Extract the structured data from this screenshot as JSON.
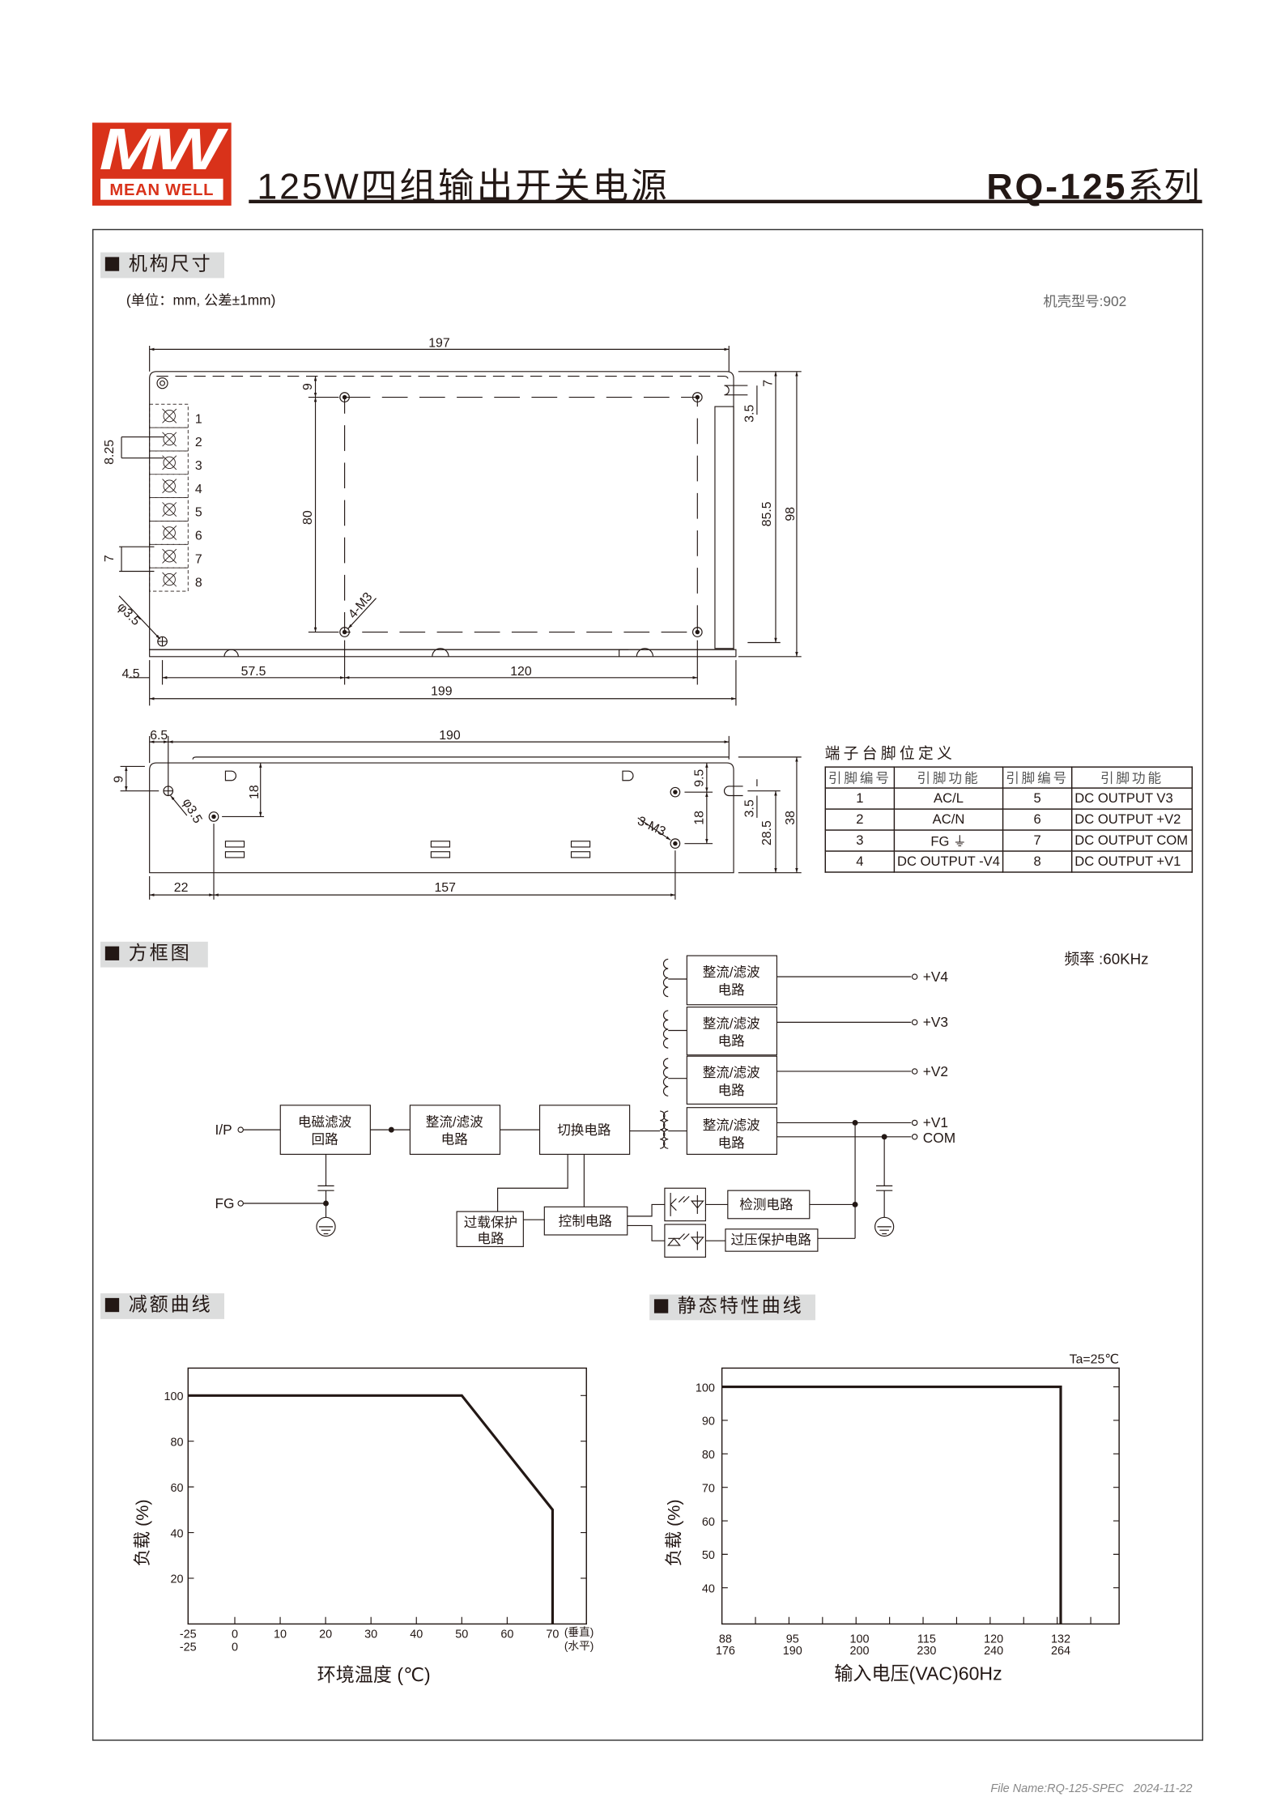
{
  "header": {
    "logo_mark": "MW",
    "logo_name": "MEAN WELL",
    "title": "125W四组输出开关电源",
    "series_model": "RQ-125",
    "series_suffix": "系列"
  },
  "mechanical": {
    "section_title": "机构尺寸",
    "unit_note": "(单位：mm, 公差±1mm)",
    "case_no": "机壳型号:902",
    "top_view": {
      "d197": "197",
      "d9": "9",
      "d80": "80",
      "d7": "7",
      "d3_5": "3.5",
      "d85_5": "85.5",
      "d98": "98",
      "d8_25": "8.25",
      "d7_pitch": "7",
      "phi": "φ3.5",
      "m3": "4-M3",
      "d4_5": "4.5",
      "d57_5": "57.5",
      "d120": "120",
      "d199": "199",
      "pins": [
        "1",
        "2",
        "3",
        "4",
        "5",
        "6",
        "7",
        "8"
      ]
    },
    "side_view": {
      "d6_5": "6.5",
      "d190": "190",
      "d9": "9",
      "d18a": "18",
      "phi": "φ3.5",
      "m3": "3-M3",
      "d9_5": "9.5",
      "d18b": "18",
      "d3_5": "3.5",
      "d28_5": "28.5",
      "d38": "38",
      "d22": "22",
      "d157": "157"
    }
  },
  "pin_table": {
    "title": "端子台脚位定义",
    "headers": [
      "引脚编号",
      "引脚功能",
      "引脚编号",
      "引脚功能"
    ],
    "rows": [
      [
        "1",
        "AC/L",
        "5",
        "DC OUTPUT V3"
      ],
      [
        "2",
        "AC/N",
        "6",
        "DC OUTPUT +V2"
      ],
      [
        "3",
        "FG ⏚",
        "7",
        "DC OUTPUT COM"
      ],
      [
        "4",
        "DC OUTPUT -V4",
        "8",
        "DC OUTPUT +V1"
      ]
    ]
  },
  "block_diagram": {
    "section_title": "方框图",
    "frequency": "频率 :60KHz",
    "input_label": "I/P",
    "fg_label": "FG",
    "emi": [
      "电磁滤波",
      "回路"
    ],
    "rect_filter": [
      "整流/滤波",
      "电路"
    ],
    "switching": "切换电路",
    "detection": "检测电路",
    "ovp": "过压保护电路",
    "control": "控制电路",
    "olp": [
      "过载保护",
      "电路"
    ],
    "outputs": [
      "+V4",
      "+V3",
      "+V2",
      "+V1",
      "COM"
    ]
  },
  "derating": {
    "section_title": "减额曲线"
  },
  "static": {
    "section_title": "静态特性曲线"
  },
  "chart_data": [
    {
      "type": "line",
      "title": "减额曲线",
      "xlabel": "环境温度 (℃)",
      "ylabel": "负载 (%)",
      "x_ticks": [
        "-25",
        "0",
        "10",
        "20",
        "30",
        "40",
        "50",
        "60",
        "70"
      ],
      "x_ticks_row2": [
        "-25",
        "0"
      ],
      "x_tick_suffix": [
        "(垂直)",
        "(水平)"
      ],
      "y_ticks": [
        20,
        40,
        60,
        80,
        100
      ],
      "xlim": [
        -25,
        77.5
      ],
      "ylim": [
        0,
        112
      ],
      "series": [
        {
          "name": "load",
          "x": [
            -25,
            50,
            70,
            70
          ],
          "y": [
            100,
            100,
            50,
            0
          ]
        }
      ]
    },
    {
      "type": "line",
      "title": "静态特性曲线",
      "xlabel": "输入电压(VAC)60Hz",
      "ylabel": "负载 (%)",
      "annotation": "Ta=25℃",
      "categories": [
        "88",
        "95",
        "100",
        "115",
        "120",
        "132"
      ],
      "categories_row2": [
        "176",
        "190",
        "200",
        "230",
        "240",
        "264"
      ],
      "y_ticks": [
        40,
        50,
        60,
        70,
        80,
        90,
        100
      ],
      "ylim": [
        29.2,
        105.6
      ],
      "series": [
        {
          "name": "load",
          "x": [
            "88",
            "132",
            "132"
          ],
          "y": [
            100,
            100,
            29.2
          ]
        }
      ]
    }
  ],
  "footer": {
    "file": "File Name:RQ-125-SPEC",
    "date": "2024-11-22"
  }
}
